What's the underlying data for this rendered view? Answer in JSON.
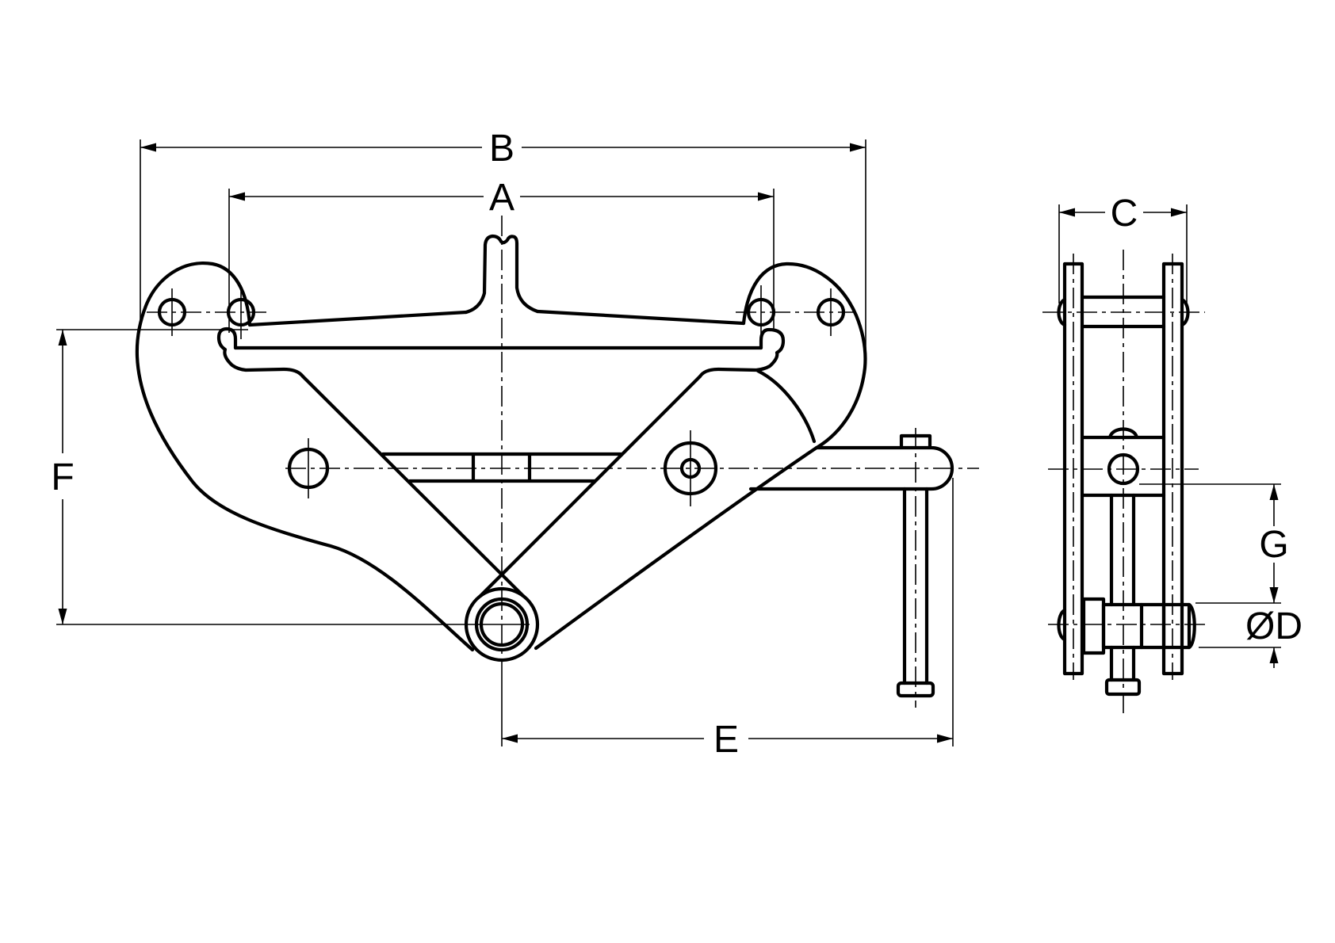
{
  "drawing": {
    "background": "#ffffff",
    "line_color": "#000000",
    "views": {
      "front": "front-view",
      "side": "side-view"
    },
    "dimensions": {
      "a": "A",
      "b": "B",
      "c": "C",
      "d": "ØD",
      "e": "E",
      "f": "F",
      "g": "G"
    }
  }
}
